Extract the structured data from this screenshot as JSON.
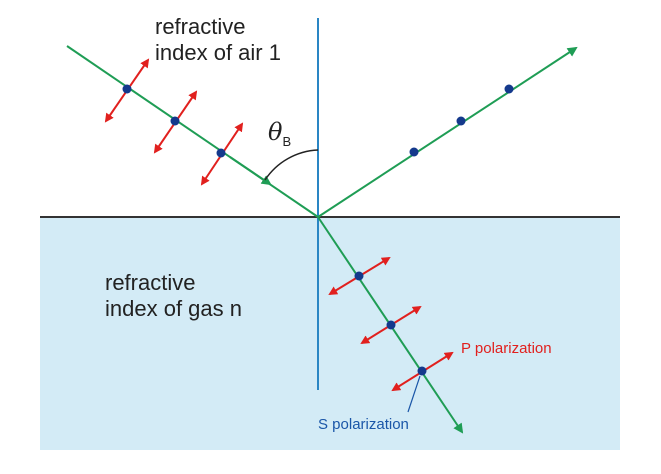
{
  "labels": {
    "air_line1": "refractive",
    "air_line2": "index of air 1",
    "gas_line1": "refractive",
    "gas_line2": "index of gas n",
    "theta_symbol": "θ",
    "theta_subscript": "B",
    "p_polarization": "P polarization",
    "s_polarization": "S polarization"
  },
  "colors": {
    "gas_region": "#d3ebf6",
    "beam": "#1f9d55",
    "normal_line": "#2a86c4",
    "surface": "#333333",
    "p_arrow": "#e1201e",
    "s_dot": "#14398c"
  }
}
